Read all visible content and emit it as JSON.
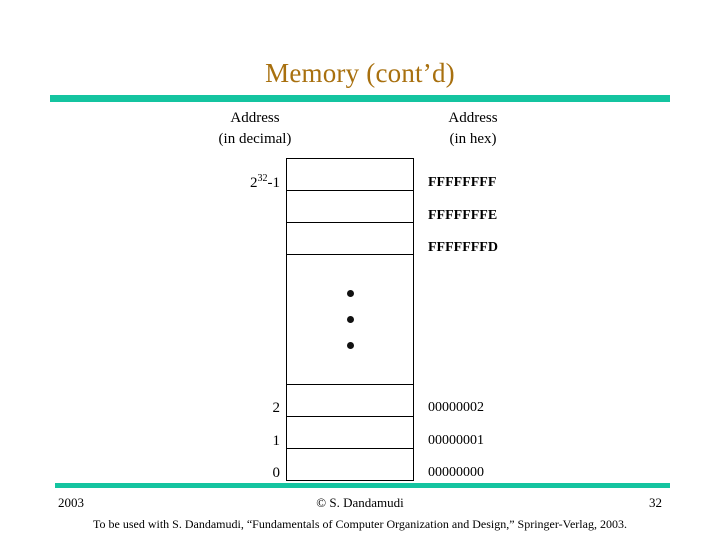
{
  "slide": {
    "title": "Memory (cont’d)",
    "title_color": "#a8700f",
    "rule_color": "#14c4a0"
  },
  "diagram": {
    "headers": {
      "decimal_line1": "Address",
      "decimal_line2": "(in decimal)",
      "hex_line1": "Address",
      "hex_line2": "(in hex)"
    },
    "ellipsis_icon": "vertical-ellipsis",
    "rows": [
      {
        "decimal_base": "2",
        "decimal_exponent": "32",
        "decimal_suffix": "-1",
        "decimal": "2³²-1",
        "hex": "FFFFFFFF",
        "kind": "cell"
      },
      {
        "decimal": "",
        "hex": "FFFFFFFE",
        "kind": "cell"
      },
      {
        "decimal": "",
        "hex": "FFFFFFFD",
        "kind": "cell"
      },
      {
        "decimal": "",
        "hex": "",
        "kind": "gap"
      },
      {
        "decimal": "2",
        "hex": "00000002",
        "kind": "cell"
      },
      {
        "decimal": "1",
        "hex": "00000001",
        "kind": "cell"
      },
      {
        "decimal": "0",
        "hex": "00000000",
        "kind": "cell"
      }
    ]
  },
  "footer": {
    "year": "2003",
    "center": "© S. Dandamudi",
    "page": "32",
    "note": "To be used with S. Dandamudi, “Fundamentals of Computer Organization and Design,” Springer-Verlag, 2003."
  }
}
